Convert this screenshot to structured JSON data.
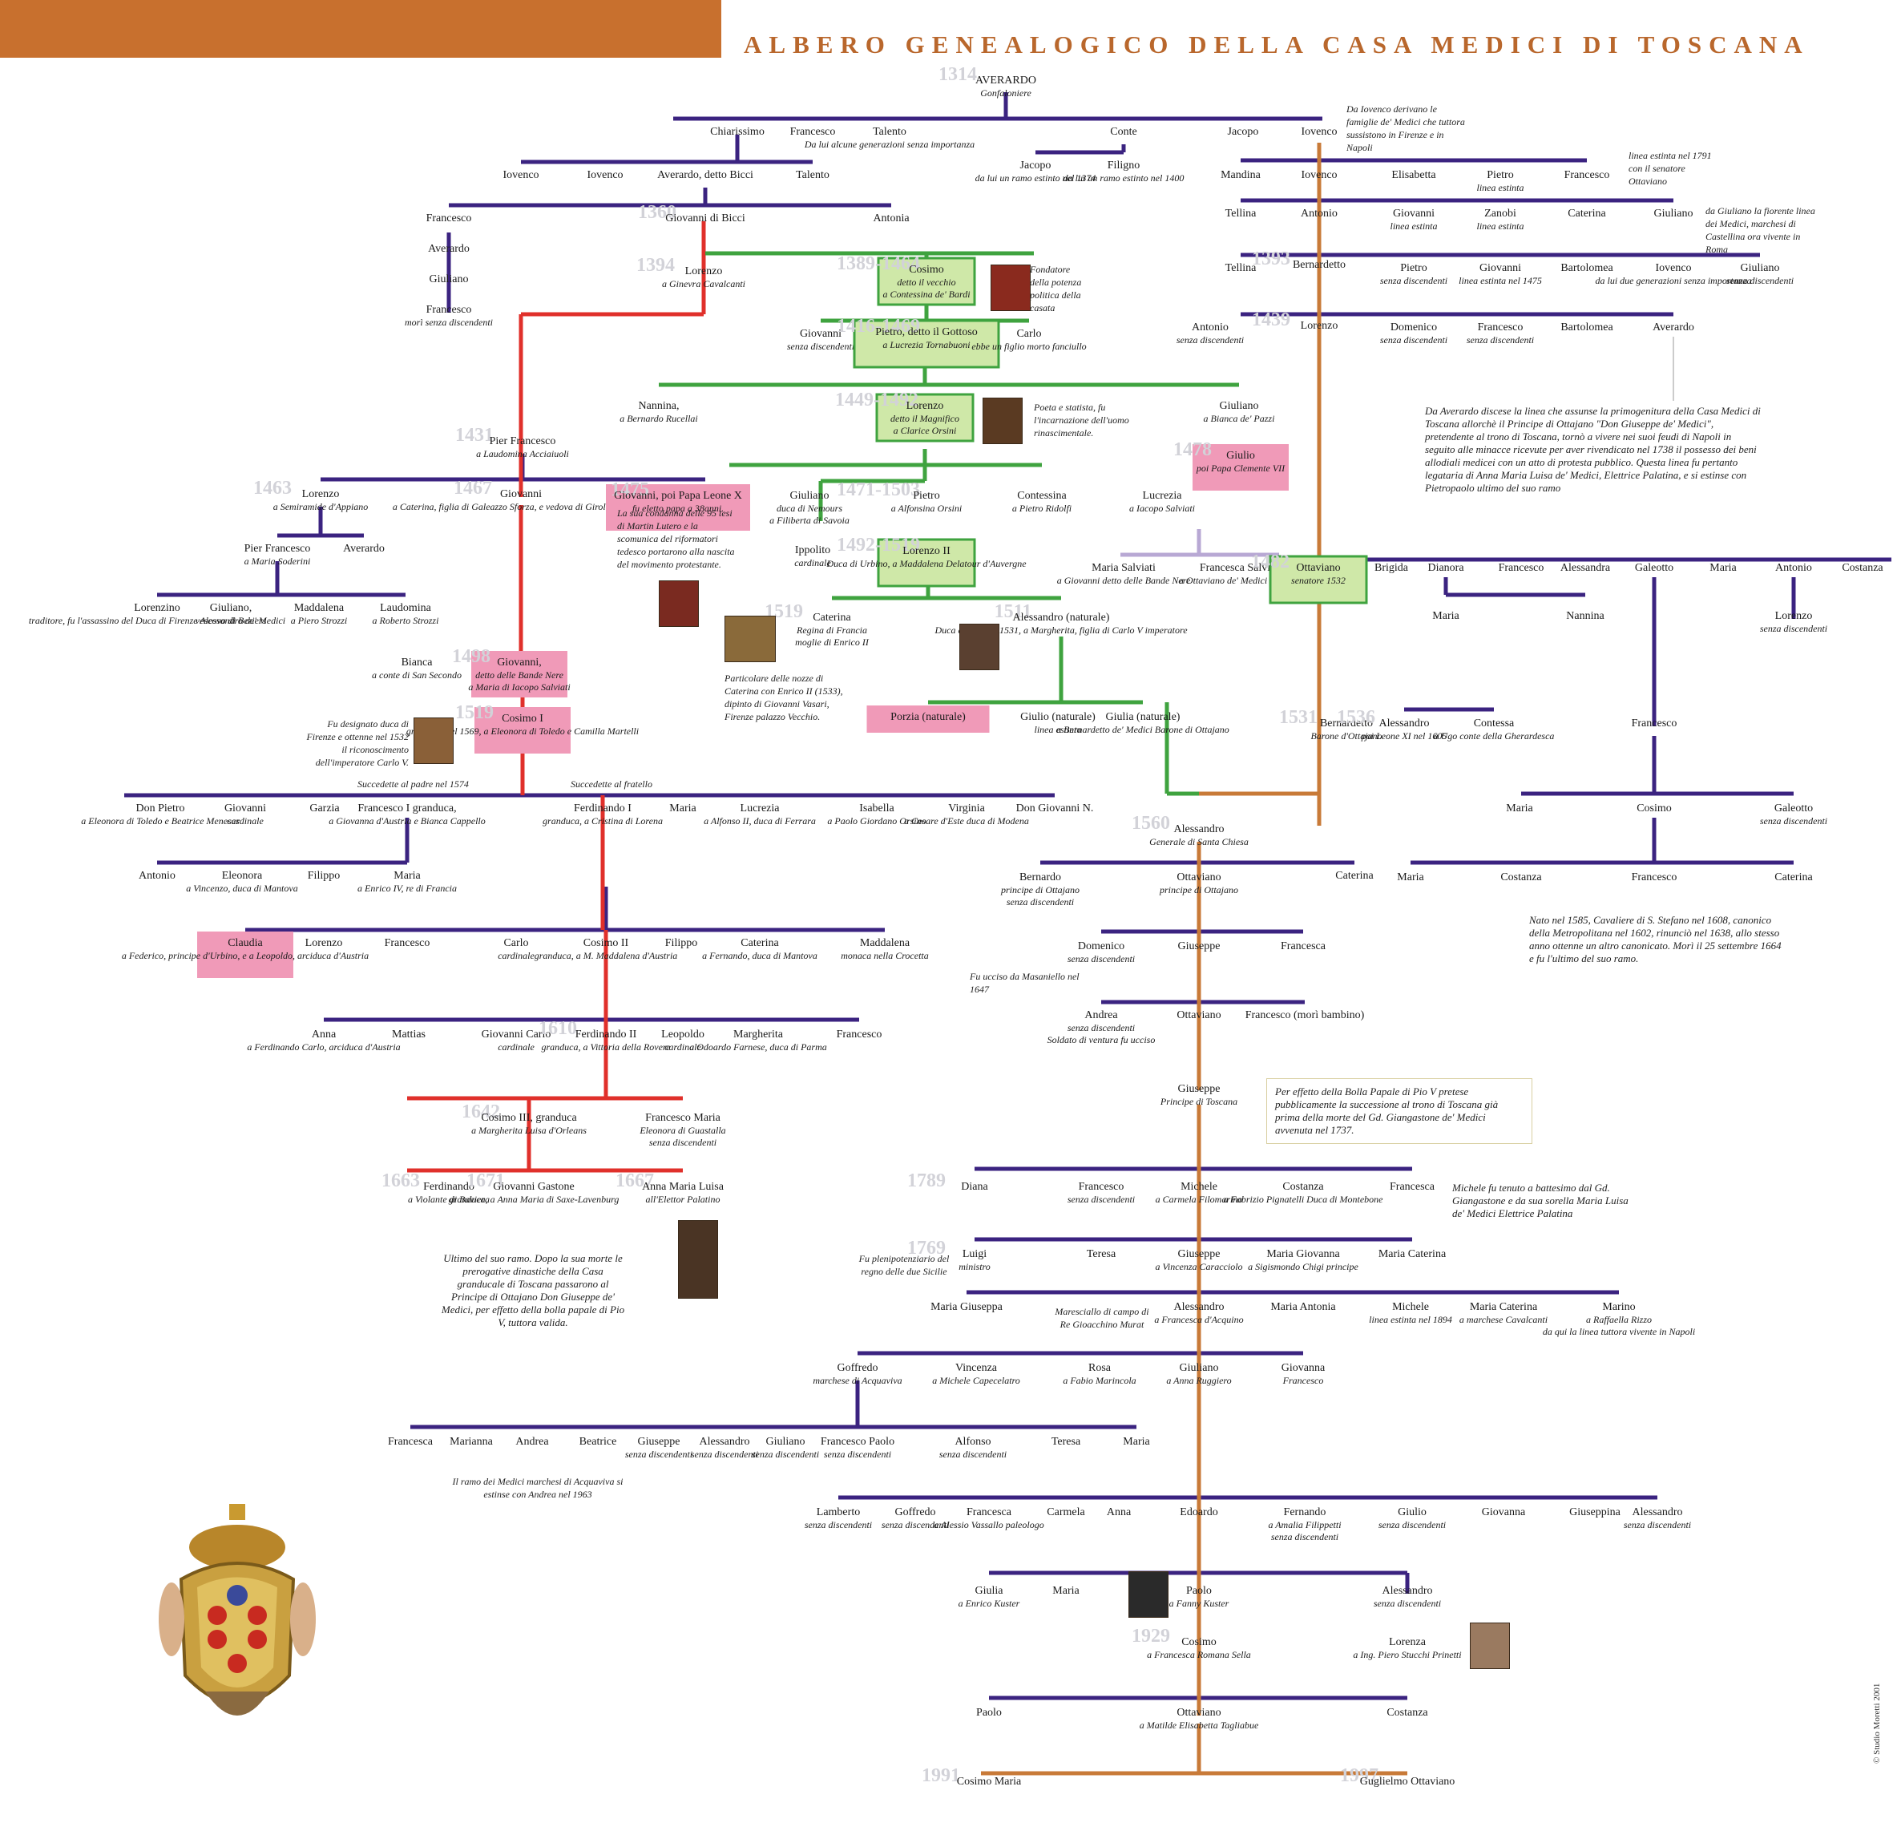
{
  "title": "ALBERO GENEALOGICO DELLA CASA MEDICI DI TOSCANA",
  "copyright": "© Studio Moretti 2001",
  "colors": {
    "banner": "#c8702e",
    "title": "#b9672c",
    "dynasty_purple": "#3b2380",
    "main_line_green": "#3fa33f",
    "grand_ducal_red": "#e0302b",
    "ottajano_orange": "#c87a38",
    "salviati_lilac": "#b8a8d4",
    "pope_pink": "#f09ab8",
    "green_box": "#cfe8a8"
  },
  "persons": [
    {
      "name": "AVERARDO",
      "sub": "Gonfaloniere",
      "year": "1314"
    },
    {
      "name": "Chiarissimo"
    },
    {
      "name": "Francesco"
    },
    {
      "name": "Talento",
      "sub": "Da lui alcune generazioni senza importanza"
    },
    {
      "name": "Conte"
    },
    {
      "name": "Jacopo"
    },
    {
      "name": "Iovenco"
    },
    {
      "name": "Iovenco"
    },
    {
      "name": "Iovenco"
    },
    {
      "name": "Averardo, detto Bicci"
    },
    {
      "name": "Talento"
    },
    {
      "name": "Jacopo",
      "sub": "da lui un ramo estinto nel 1374"
    },
    {
      "name": "Filigno",
      "sub": "da lui un ramo estinto nel 1400"
    },
    {
      "name": "Mandina"
    },
    {
      "name": "Iovenco"
    },
    {
      "name": "Elisabetta"
    },
    {
      "name": "Pietro",
      "sub": "linea estinta"
    },
    {
      "name": "Francesco"
    },
    {
      "name": "Francesco"
    },
    {
      "name": "Giovanni di Bicci",
      "year": "1360"
    },
    {
      "name": "Antonia"
    },
    {
      "name": "Averardo"
    },
    {
      "name": "Giuliano"
    },
    {
      "name": "Francesco",
      "sub": "morì senza discendenti"
    },
    {
      "name": "Tellina"
    },
    {
      "name": "Antonio"
    },
    {
      "name": "Giovanni",
      "sub": "linea estinta"
    },
    {
      "name": "Zanobi",
      "sub": "linea estinta"
    },
    {
      "name": "Caterina"
    },
    {
      "name": "Giuliano"
    },
    {
      "name": "Lorenzo",
      "sub": "a Ginevra Cavalcanti",
      "year": "1394"
    },
    {
      "name": "Cosimo",
      "sub": "detto il vecchio / a Contessina de' Bardi",
      "year": "1389-1464"
    },
    {
      "name": "Tellina"
    },
    {
      "name": "Bernardetto",
      "year": "1393"
    },
    {
      "name": "Pietro",
      "sub": "senza discendenti"
    },
    {
      "name": "Giovanni",
      "sub": "linea estinta nel 1475"
    },
    {
      "name": "Bartolomea"
    },
    {
      "name": "Iovenco",
      "sub": "da lui due generazioni senza importanza"
    },
    {
      "name": "Giuliano",
      "sub": "senza discendenti"
    },
    {
      "name": "Giovanni",
      "sub": "senza discendenti"
    },
    {
      "name": "Pietro, detto il Gottoso",
      "sub": "a Lucrezia Tornabuoni",
      "year": "1416-1469"
    },
    {
      "name": "Carlo",
      "sub": "ebbe un figlio morto fanciullo"
    },
    {
      "name": "Antonio",
      "sub": "senza discendenti"
    },
    {
      "name": "Lorenzo",
      "year": "1439"
    },
    {
      "name": "Domenico",
      "sub": "senza discendenti"
    },
    {
      "name": "Francesco",
      "sub": "senza discendenti"
    },
    {
      "name": "Bartolomea"
    },
    {
      "name": "Averardo"
    },
    {
      "name": "Nannina,",
      "sub": "a Bernardo Rucellai"
    },
    {
      "name": "Lorenzo",
      "sub": "detto il Magnifico / a Clarice Orsini",
      "year": "1449-1492"
    },
    {
      "name": "Giuliano",
      "sub": "a Bianca de' Pazzi"
    },
    {
      "name": "Pier Francesco",
      "sub": "a Laudomina Acciaiuoli",
      "year": "1431"
    },
    {
      "name": "Giulio",
      "sub": "poi Papa Clemente VII",
      "year": "1478"
    },
    {
      "name": "Lorenzo",
      "sub": "a Semiramide d'Appiano",
      "year": "1463"
    },
    {
      "name": "Giovanni",
      "sub": "a Caterina, figlia di Galeazzo Sforza, e vedova di Girolamo Riario",
      "year": "1467"
    },
    {
      "name": "Giovanni, poi Papa Leone X",
      "sub": "fu eletto papa a 38anni.",
      "year": "1475"
    },
    {
      "name": "Giuliano",
      "sub": "duca di Nemours / a Filiberta di Savoia"
    },
    {
      "name": "Pietro",
      "sub": "a Alfonsina Orsini",
      "year": "1471-1503"
    },
    {
      "name": "Contessina",
      "sub": "a Pietro Ridolfi"
    },
    {
      "name": "Lucrezia",
      "sub": "a Iacopo Salviati"
    },
    {
      "name": "Pier Francesco",
      "sub": "a Maria Soderini"
    },
    {
      "name": "Averardo"
    },
    {
      "name": "Ippolito",
      "sub": "cardinale"
    },
    {
      "name": "Lorenzo II",
      "sub": "Duca di Urbino, a Maddalena Delatour d'Auvergne",
      "year": "1492-1519"
    },
    {
      "name": "Maria Salviati",
      "sub": "a Giovanni detto delle Bande Nere"
    },
    {
      "name": "Francesca Salviati",
      "sub": "a Ottaviano de' Medici senatore"
    },
    {
      "name": "Ottaviano",
      "sub": "senatore 1532",
      "year": "1482"
    },
    {
      "name": "Brigida"
    },
    {
      "name": "Dianora"
    },
    {
      "name": "Francesco"
    },
    {
      "name": "Alessandra"
    },
    {
      "name": "Galeotto"
    },
    {
      "name": "Maria"
    },
    {
      "name": "Antonio"
    },
    {
      "name": "Costanza"
    },
    {
      "name": "Lorenzino",
      "sub": "traditore, fu l'assassino del Duca di Firenze Alessandro de' Medici"
    },
    {
      "name": "Giuliano,",
      "sub": "vescovo di Beziers"
    },
    {
      "name": "Maddalena",
      "sub": "a Piero Strozzi"
    },
    {
      "name": "Laudomina",
      "sub": "a Roberto Strozzi"
    },
    {
      "name": "Caterina",
      "sub": "Regina di Francia / moglie di Enrico II",
      "year": "1519"
    },
    {
      "name": "Alessandro (naturale)",
      "sub": "Duca di Firenze 1531, a Margherita, figlia di Carlo V imperatore",
      "year": "1511"
    },
    {
      "name": "Maria"
    },
    {
      "name": "Nannina"
    },
    {
      "name": "Lorenzo",
      "sub": "senza discendenti"
    },
    {
      "name": "Bianca",
      "sub": "a conte di San Secondo"
    },
    {
      "name": "Giovanni,",
      "sub": "detto delle Bande Nere / a Maria di Iacopo Salviati",
      "year": "1498"
    },
    {
      "name": "Porzia (naturale)"
    },
    {
      "name": "Giulio (naturale)",
      "sub": "linea estinta"
    },
    {
      "name": "Giulia (naturale)",
      "sub": "a Bernardetto de' Medici Barone di Ottajano"
    },
    {
      "name": "Bernardetto",
      "sub": "Barone d'Ottajano",
      "year": "1531"
    },
    {
      "name": "Alessandro",
      "sub": "poi Leone XI nel 1605",
      "year": "1536"
    },
    {
      "name": "Contessa",
      "sub": "a Ugo conte della Gherardesca"
    },
    {
      "name": "Francesco"
    },
    {
      "name": "Cosimo I",
      "sub": "granduca nel 1569, a Eleonora di Toledo e Camilla Martelli",
      "year": "1519"
    },
    {
      "name": "Don Pietro",
      "sub": "a Eleonora di Toledo e Beatrice Meneses"
    },
    {
      "name": "Giovanni",
      "sub": "cardinale"
    },
    {
      "name": "Garzia"
    },
    {
      "name": "Francesco I granduca,",
      "sub": "a Giovanna d'Austria e Bianca Cappello"
    },
    {
      "name": "Ferdinando I",
      "sub": "granduca, a Cristina di Lorena"
    },
    {
      "name": "Maria"
    },
    {
      "name": "Lucrezia",
      "sub": "a Alfonso II, duca di Ferrara"
    },
    {
      "name": "Isabella",
      "sub": "a Paolo Giordano Orsino"
    },
    {
      "name": "Virginia",
      "sub": "a Cesare d'Este duca di Modena"
    },
    {
      "name": "Don Giovanni N."
    },
    {
      "name": "Maria"
    },
    {
      "name": "Cosimo"
    },
    {
      "name": "Galeotto",
      "sub": "senza discendenti"
    },
    {
      "name": "Alessandro",
      "sub": "Generale di Santa Chiesa",
      "year": "1560"
    },
    {
      "name": "Antonio"
    },
    {
      "name": "Eleonora",
      "sub": "a Vincenzo, duca di Mantova"
    },
    {
      "name": "Filippo"
    },
    {
      "name": "Maria",
      "sub": "a Enrico IV, re di Francia"
    },
    {
      "name": "Bernardo",
      "sub": "principe di Ottajano / senza discendenti"
    },
    {
      "name": "Ottaviano",
      "sub": "principe di Ottajano"
    },
    {
      "name": "Caterina"
    },
    {
      "name": "Maria"
    },
    {
      "name": "Costanza"
    },
    {
      "name": "Francesco"
    },
    {
      "name": "Caterina"
    },
    {
      "name": "Claudia",
      "sub": "a Federico, principe d'Urbino, e a Leopoldo, arciduca d'Austria"
    },
    {
      "name": "Lorenzo"
    },
    {
      "name": "Francesco"
    },
    {
      "name": "Carlo",
      "sub": "cardinale"
    },
    {
      "name": "Cosimo II",
      "sub": "granduca, a M. Maddalena d'Austria"
    },
    {
      "name": "Filippo"
    },
    {
      "name": "Caterina",
      "sub": "a Fernando, duca di Mantova"
    },
    {
      "name": "Maddalena",
      "sub": "monaca nella Crocetta"
    },
    {
      "name": "Domenico",
      "sub": "senza discendenti"
    },
    {
      "name": "Giuseppe"
    },
    {
      "name": "Francesca"
    },
    {
      "name": "Anna",
      "sub": "a Ferdinando Carlo, arciduca d'Austria"
    },
    {
      "name": "Mattias"
    },
    {
      "name": "Giovanni Carlo",
      "sub": "cardinale"
    },
    {
      "name": "Ferdinando II",
      "sub": "granduca, a Vittoria della Rovere",
      "year": "1610"
    },
    {
      "name": "Leopoldo",
      "sub": "cardinale"
    },
    {
      "name": "Margherita",
      "sub": "a Odoardo Farnese, duca di Parma"
    },
    {
      "name": "Francesco"
    },
    {
      "name": "Andrea",
      "sub": "senza discendenti / Soldato di ventura fu ucciso"
    },
    {
      "name": "Ottaviano"
    },
    {
      "name": "Francesco (morì bambino)"
    },
    {
      "name": "Giuseppe",
      "sub": "Principe di Toscana"
    },
    {
      "name": "Cosimo III, granduca",
      "sub": "a Margherita Luisa d'Orleans",
      "year": "1642"
    },
    {
      "name": "Francesco Maria",
      "sub": "Eleonora di Guastalla / senza discendenti"
    },
    {
      "name": "Ferdinando",
      "sub": "a Violante di Baviera",
      "year": "1663"
    },
    {
      "name": "Giovanni Gastone",
      "sub": "granduca, a Anna Maria di Saxe-Lavenburg",
      "year": "1671"
    },
    {
      "name": "Anna Maria Luisa",
      "sub": "all'Elettor Palatino",
      "year": "1667"
    },
    {
      "name": "Diana",
      "year": "1789"
    },
    {
      "name": "Francesco",
      "sub": "senza discendenti"
    },
    {
      "name": "Michele",
      "sub": "a Carmela Filomarino"
    },
    {
      "name": "Costanza",
      "sub": "a Fabrizio Pignatelli Duca di Montebone"
    },
    {
      "name": "Francesca"
    },
    {
      "name": "Luigi",
      "sub": "ministro",
      "year": "1769"
    },
    {
      "name": "Teresa"
    },
    {
      "name": "Giuseppe",
      "sub": "a Vincenza Caracciolo"
    },
    {
      "name": "Maria Giovanna",
      "sub": "a Sigismondo Chigi principe"
    },
    {
      "name": "Maria Caterina"
    },
    {
      "name": "Maria Giuseppa"
    },
    {
      "name": "Alessandro",
      "sub": "a Francesca d'Acquino"
    },
    {
      "name": "Maria Antonia"
    },
    {
      "name": "Michele",
      "sub": "linea estinta nel 1894"
    },
    {
      "name": "Maria Caterina",
      "sub": "a marchese Cavalcanti"
    },
    {
      "name": "Marino",
      "sub": "a Raffaella Rizzo / da qui la linea tuttora vivente in Napoli"
    },
    {
      "name": "Goffredo",
      "sub": "marchese di Acquaviva"
    },
    {
      "name": "Vincenza",
      "sub": "a Michele Capecelatro"
    },
    {
      "name": "Rosa",
      "sub": "a Fabio Marincola"
    },
    {
      "name": "Giuliano",
      "sub": "a Anna Ruggiero"
    },
    {
      "name": "Giovanna",
      "sub": "Francesco"
    },
    {
      "name": "Francesca"
    },
    {
      "name": "Marianna"
    },
    {
      "name": "Andrea"
    },
    {
      "name": "Beatrice"
    },
    {
      "name": "Giuseppe",
      "sub": "senza discendenti"
    },
    {
      "name": "Alessandro",
      "sub": "senza discendenti"
    },
    {
      "name": "Giuliano",
      "sub": "senza discendenti"
    },
    {
      "name": "Francesco Paolo",
      "sub": "senza discendenti"
    },
    {
      "name": "Alfonso",
      "sub": "senza discendenti"
    },
    {
      "name": "Teresa"
    },
    {
      "name": "Maria"
    },
    {
      "name": "Lamberto",
      "sub": "senza discendenti"
    },
    {
      "name": "Goffredo",
      "sub": "senza discendenti"
    },
    {
      "name": "Francesca",
      "sub": "a Alessio Vassallo paleologo"
    },
    {
      "name": "Carmela"
    },
    {
      "name": "Anna"
    },
    {
      "name": "Edoardo"
    },
    {
      "name": "Fernando",
      "sub": "a Amalia Filippetti / senza discendenti"
    },
    {
      "name": "Giulio",
      "sub": "senza discendenti"
    },
    {
      "name": "Giovanna"
    },
    {
      "name": "Giuseppina"
    },
    {
      "name": "Alessandro",
      "sub": "senza discendenti"
    },
    {
      "name": "Giulia",
      "sub": "a Enrico Kuster"
    },
    {
      "name": "Maria"
    },
    {
      "name": "Paolo",
      "sub": "a Fanny Kuster"
    },
    {
      "name": "Alessandro",
      "sub": "senza discendenti"
    },
    {
      "name": "Cosimo",
      "sub": "a Francesca Romana Sella",
      "year": "1929"
    },
    {
      "name": "Lorenza",
      "sub": "a Ing. Piero Stucchi Prinetti"
    },
    {
      "name": "Paolo"
    },
    {
      "name": "Ottaviano",
      "sub": "a Matilde Elisabetta Tagliabue"
    },
    {
      "name": "Costanza"
    },
    {
      "name": "Cosimo Maria",
      "year": "1991"
    },
    {
      "name": "Guglielmo Ottaviano",
      "year": "1997"
    }
  ],
  "notes": {
    "iovenco_branch": "Da Iovenco derivano le famiglie de' Medici che tuttora sussistono in Firenze e in Napoli",
    "francesco_extinct": "linea estinta nel 1791 con il senatore Ottaviano",
    "giuliano_branch": "da Giuliano la fiorente linea dei Medici, marchesi di Castellina ora vivente in Roma",
    "cosimo_founder": "Fondatore della potenza politica della casata",
    "lorenzo_magnifico": "Poeta e statista, fu l'incarnazione dell'uomo rinascimentale.",
    "averardo_line": "Da Averardo discese la linea che assunse la primogenitura della Casa Medici di Toscana allorchè il Principe di Ottajano \"Don Giuseppe de' Medici\", pretendente al trono di Toscana, tornò a vivere nei suoi feudi di Napoli in seguito alle minacce ricevute per aver rivendicato nel 1738 il possesso dei beni allodiali medicei con un atto di protesta pubblico. Questa linea fu pertanto legataria di Anna Maria Luisa de' Medici, Elettrice Palatina, e si estinse con Pietropaolo ultimo del suo ramo",
    "leone_x": "La sua condanna delle 95 tesi di Martin Lutero e la scomunica del riformatori tedesco portarono alla nascita del movimento protestante.",
    "caterina_painting": "Particolare delle nozze di Caterina con Enrico II (1533), dipinto di Giovanni Vasari, Firenze palazzo Vecchio.",
    "cosimo_i": "Fu designato duca di Firenze e ottenne nel 1532 il riconoscimento dell'imperatore Carlo V.",
    "succedette_padre": "Succedette al padre nel 1574",
    "succedette_fratello": "Succedette al fratello",
    "francesco_nato": "Nato nel 1585, Cavaliere di S. Stefano nel 1608, canonico della Metropolitana nel 1602, rinunciò nel 1638, allo stesso anno ottenne un altro canonicato. Morì il 25 settembre 1664 e fu l'ultimo del suo ramo.",
    "domenico": "Fu ucciso da Masaniello nel 1647",
    "bolla": "Per effetto della Bolla Papale di Pio V pretese pubblicamente la successione al trono di Toscana già prima della morte del Gd. Giangastone de' Medici avvenuta nel 1737.",
    "michele": "Michele fu tenuto a battesimo dal Gd. Giangastone e da sua sorella Maria Luisa de' Medici Elettrice Palatina",
    "gastone": "Ultimo del suo ramo. Dopo la sua morte le prerogative dinastiche della Casa granducale di Toscana passarono al Principe di Ottajano Don Giuseppe de' Medici, per effetto della bolla papale di Pio V, tuttora valida.",
    "luigi": "Fu plenipotenziario del regno delle due Sicilie",
    "maresciallo": "Maresciallo di campo di Re Gioacchino Murat",
    "acquaviva": "Il ramo dei Medici marchesi di Acquaviva si estinse con Andrea nel 1963"
  }
}
